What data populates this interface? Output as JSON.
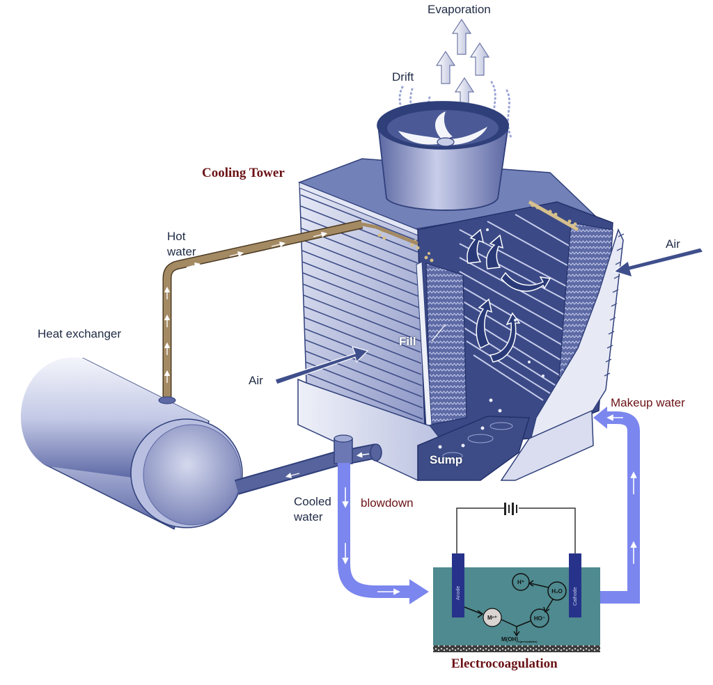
{
  "diagram": {
    "title": "Cooling Tower",
    "labels": {
      "evaporation": "Evaporation",
      "drift": "Drift",
      "hot_water_line1": "Hot",
      "hot_water_line2": "water",
      "heat_exchanger": "Heat exchanger",
      "air_left": "Air",
      "air_right": "Air",
      "fill": "Fill",
      "sump": "Sump",
      "cooled_water_line1": "Cooled",
      "cooled_water_line2": "water",
      "blowdown": "blowdown",
      "makeup_water": "Makeup water"
    },
    "electrocoagulation": {
      "title": "Electrocoagulation",
      "anode": "Anode",
      "cathode": "Cathode",
      "ions": {
        "h_plus": "H⁺",
        "water": "H₂O",
        "hydroxide": "HO⁻",
        "metal": "Mⁿ⁺",
        "precipitate": "M(OH)",
        "precipitate_sub": "n(precipitates)"
      }
    },
    "colors": {
      "tower_dark": "#2f3f7a",
      "tower_mid": "#6d7bb0",
      "tower_light": "#dfe3f2",
      "hot_pipe": "#a48a63",
      "cool_pipe": "#4a578e",
      "flow_blue": "#7b86ee",
      "tank_teal": "#4e8a8f",
      "electrode": "#27338a",
      "label_red": "#6b1216",
      "label_navy": "#1f2a44"
    }
  }
}
